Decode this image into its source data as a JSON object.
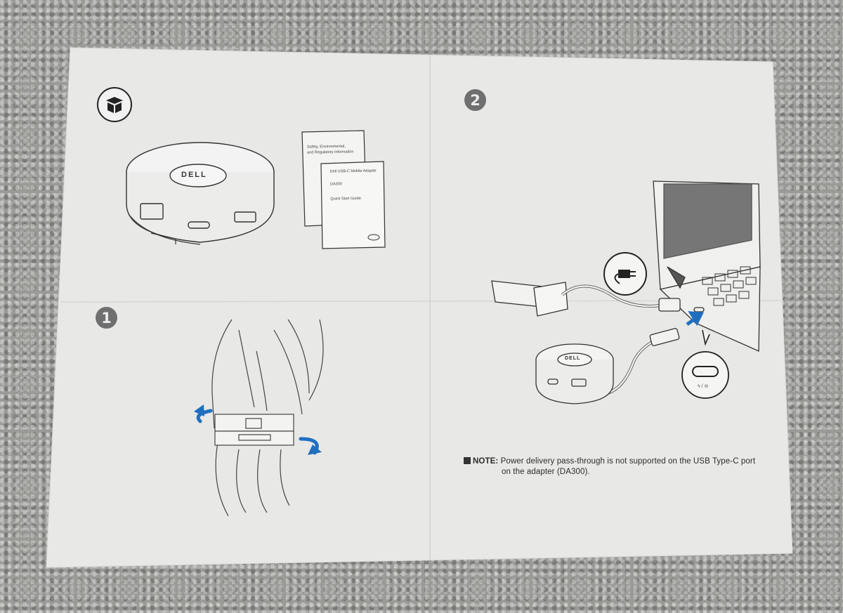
{
  "steps": {
    "one": "1",
    "two": "2"
  },
  "booklets": {
    "safety_line1": "Safety, Environmental,",
    "safety_line2": "and Regulatory Information",
    "guide_title": "Dell USB-C Mobile Adapter",
    "guide_model": "DA300",
    "guide_name": "Quick Start Guide"
  },
  "adapter": {
    "logo": "DELL"
  },
  "note": {
    "label": "NOTE:",
    "line1": "Power delivery pass-through is not supported on the USB Type-C port",
    "line2": "on the adapter (DA300)."
  },
  "icons": [
    "box-icon",
    "power-plug-icon",
    "usb-c-port-icon",
    "rotate-arrow-icon"
  ],
  "colors": {
    "paper": "#e9e9e7",
    "arrow_blue": "#1f6fc0",
    "step_circle": "#6f6f6f"
  }
}
